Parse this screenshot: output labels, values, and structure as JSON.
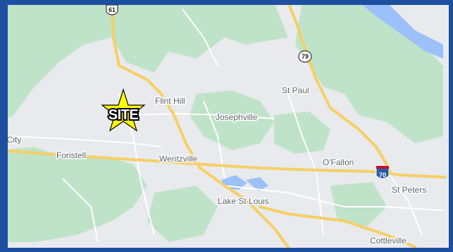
{
  "map": {
    "site_marker": {
      "label": "SITE",
      "icon": "star-icon",
      "color": "#ffff00"
    },
    "places": [
      {
        "name": "Flint Hill"
      },
      {
        "name": "Josephville"
      },
      {
        "name": "St Paul"
      },
      {
        "name": "Foristell"
      },
      {
        "name": "Wentzville"
      },
      {
        "name": "O'Fallon"
      },
      {
        "name": "St Peters"
      },
      {
        "name": "Lake St Louis"
      },
      {
        "name": "Cottleville"
      },
      {
        "name": "t City"
      }
    ],
    "highways": [
      {
        "number": "61",
        "type": "us-route-shield"
      },
      {
        "number": "79",
        "type": "state-route-shield"
      },
      {
        "number": "70",
        "type": "interstate-shield"
      }
    ],
    "colors": {
      "border": "#1d4fa0",
      "land": "#e8eaed",
      "forest": "#bfe3c8",
      "water": "#9cc0f9",
      "highway": "#f6cf65",
      "road": "#ffffff"
    }
  }
}
